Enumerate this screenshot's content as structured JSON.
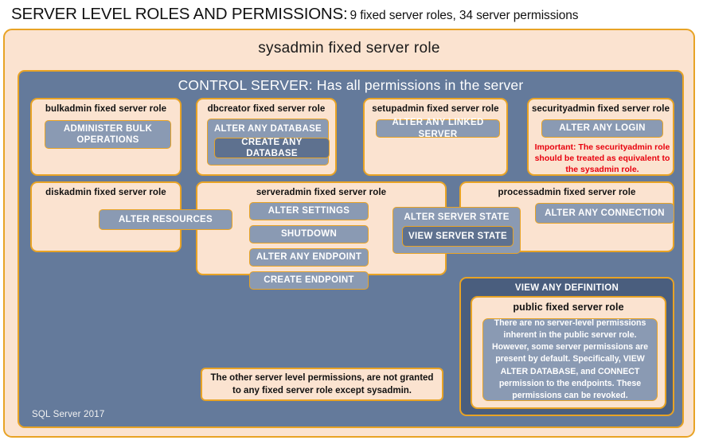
{
  "header": {
    "title": "SERVER LEVEL ROLES AND PERMISSIONS:",
    "subtitle": "9 fixed server roles, 34 server permissions"
  },
  "sysadmin": {
    "title": "sysadmin fixed server role"
  },
  "control_server": {
    "title": "CONTROL SERVER: Has all permissions in the server",
    "footer": "SQL Server 2017"
  },
  "roles": {
    "bulkadmin": {
      "title": "bulkadmin fixed server role",
      "permissions": [
        {
          "label": "ADMINISTER  BULK OPERATIONS"
        }
      ]
    },
    "dbcreator": {
      "title": "dbcreator fixed server role",
      "permissions": [
        {
          "label": "ALTER ANY DATABASE"
        },
        {
          "label": "CREATE  ANY DATABASE"
        }
      ]
    },
    "setupadmin": {
      "title": "setupadmin fixed server role",
      "permissions": [
        {
          "label": "ALTER ANY LINKED SERVER"
        }
      ]
    },
    "securityadmin": {
      "title": "securityadmin fixed server role",
      "permissions": [
        {
          "label": "ALTER ANY LOGIN"
        }
      ],
      "warning": "Important:  The securityadmin role should  be treated  as equivalent to the  sysadmin role."
    },
    "diskadmin": {
      "title": "diskadmin fixed server role",
      "permissions": [
        {
          "label": "ALTER RESOURCES"
        }
      ]
    },
    "serveradmin": {
      "title": "serveradmin fixed server role",
      "permissions": [
        {
          "label": "ALTER SETTINGS"
        },
        {
          "label": "SHUTDOWN"
        },
        {
          "label": "ALTER ANY ENDPOINT"
        },
        {
          "label": "CREATE  ENDPOINT"
        },
        {
          "label": "ALTER SERVER STATE"
        },
        {
          "label": "VIEW SERVER  STATE"
        }
      ]
    },
    "processadmin": {
      "title": "processadmin fixed server role",
      "permissions": [
        {
          "label": "ALTER ANY CONNECTION"
        }
      ]
    },
    "public": {
      "group_title": "VIEW ANY DEFINITION",
      "title": "public  fixed server role",
      "description": "There are no server-level permissions inherent in the public server role. However, some server permissions are present by default. Specifically, VIEW ALTER DATABASE, and CONNECT permission to the endpoints. These permissions can be revoked."
    }
  },
  "notes": {
    "other_permissions": "The other server level permissions,  are not granted to any fixed server role except sysadmin."
  },
  "colors": {
    "peach_fill": "#fbe3d0",
    "gold_border": "#e8a325",
    "slate_panel": "#647a9b",
    "slate_chip": "#8a9ab3",
    "slate_chip_nested": "#5e718f",
    "dark_slate_group": "#4a5e7e",
    "warning_red": "#e8000d"
  }
}
